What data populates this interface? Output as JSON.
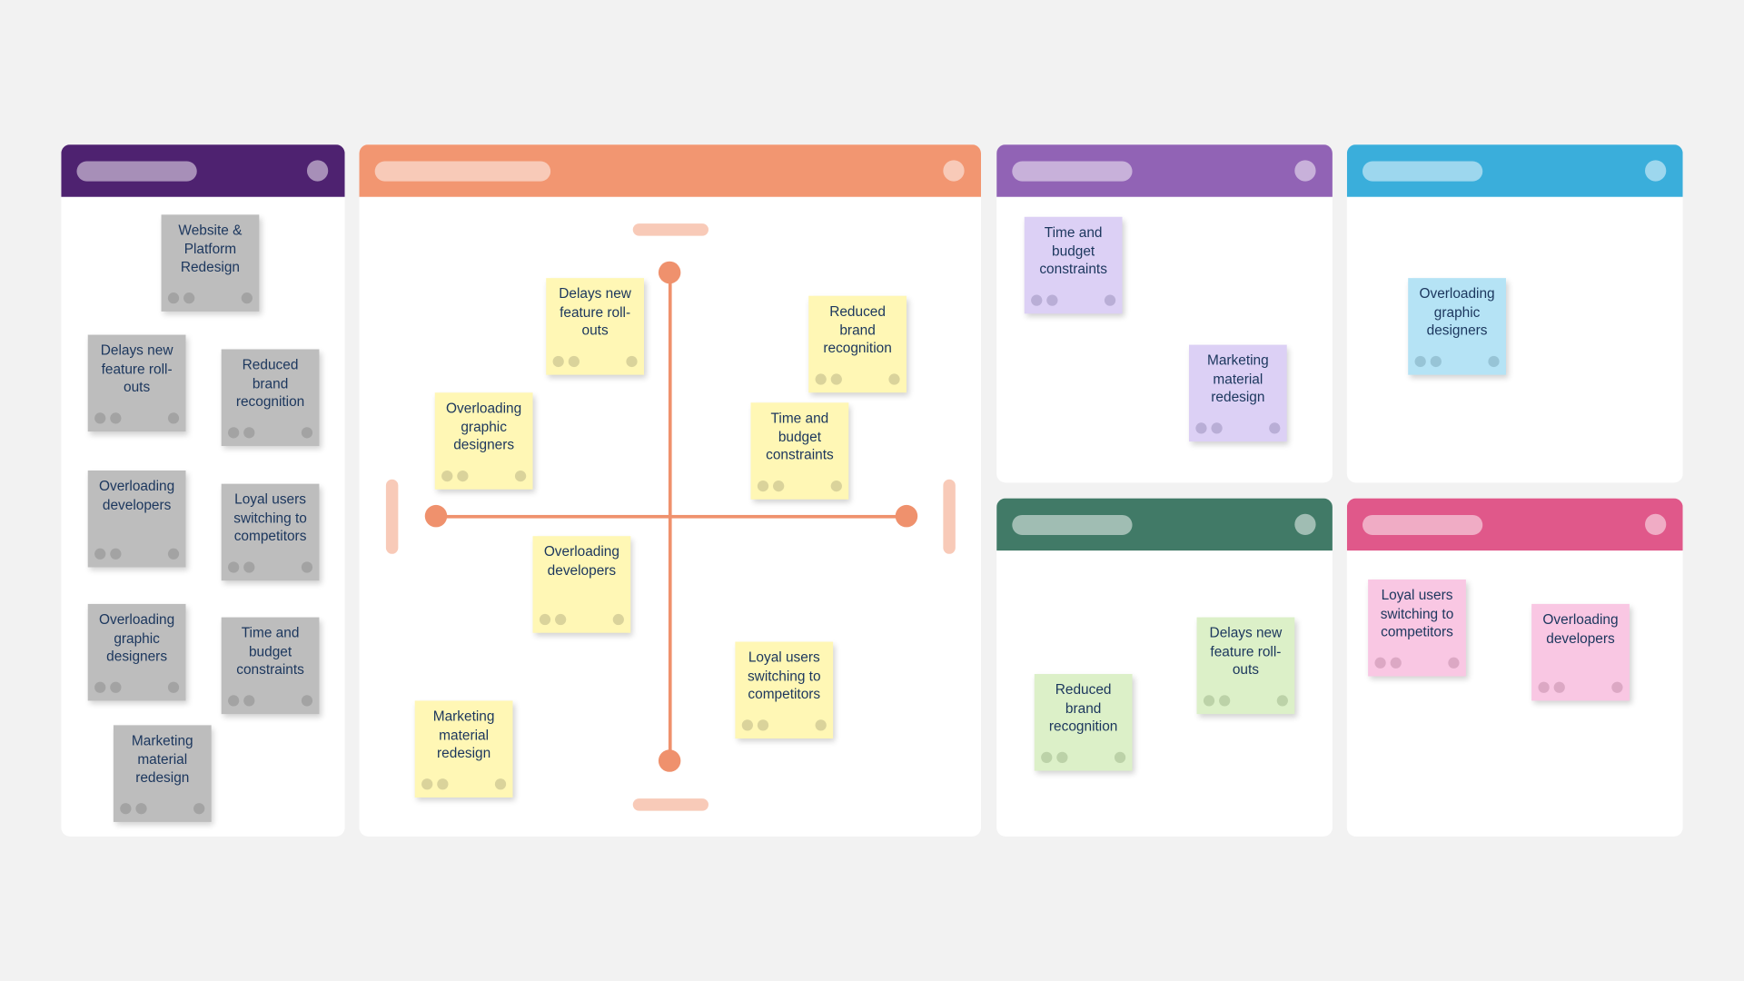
{
  "panels": [
    {
      "id": "backlog",
      "header_color": "#4E2270",
      "pill_color": "#A78FB8",
      "note_color": "#BDBDBD",
      "dot_color": "#A3A3A3",
      "notes": [
        "Website & Platform Redesign",
        "Delays new feature roll-outs",
        "Reduced brand recognition",
        "Overloading developers",
        "Loyal users switching to competitors",
        "Overloading graphic designers",
        "Time and budget constraints",
        "Marketing material redesign"
      ]
    },
    {
      "id": "matrix",
      "header_color": "#F29671",
      "pill_color": "#F8CAB8",
      "note_color": "#FFF7B5",
      "dot_color": "#DAD39B",
      "notes": [
        "Delays new feature roll-outs",
        "Reduced brand recognition",
        "Overloading graphic designers",
        "Time and budget constraints",
        "Overloading developers",
        "Loyal users switching to competitors",
        "Marketing material redesign"
      ]
    },
    {
      "id": "purple",
      "header_color": "#9163B5",
      "pill_color": "#C8B1DA",
      "note_color": "#DCD0F5",
      "dot_color": "#B9AED6",
      "notes": [
        "Time and budget constraints",
        "Marketing material redesign"
      ]
    },
    {
      "id": "blue",
      "header_color": "#3AAEDB",
      "pill_color": "#9DD7EE",
      "note_color": "#B5E3F5",
      "dot_color": "#97C4D6",
      "notes": [
        "Overloading graphic designers"
      ]
    },
    {
      "id": "green",
      "header_color": "#417A67",
      "pill_color": "#A0BDB3",
      "note_color": "#DCF0C8",
      "dot_color": "#BCD2A8",
      "notes": [
        "Reduced brand recognition",
        "Delays new feature roll-outs"
      ]
    },
    {
      "id": "pink",
      "header_color": "#E0588A",
      "pill_color": "#F0ACC5",
      "note_color": "#F9C7E3",
      "dot_color": "#DCA8C4",
      "notes": [
        "Loyal users switching to competitors",
        "Overloading developers"
      ]
    }
  ],
  "text_color": "#1B365D"
}
